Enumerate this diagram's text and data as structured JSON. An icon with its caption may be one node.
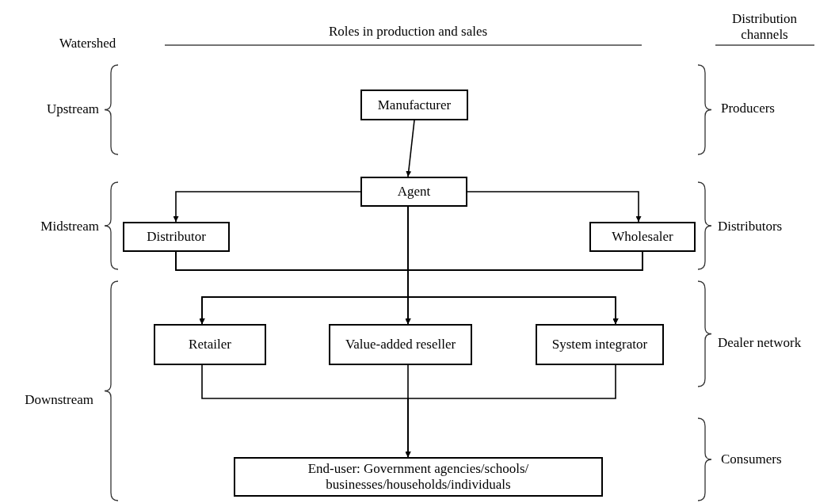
{
  "diagram": {
    "nodes": [
      {
        "text": [
          "Manufacturer"
        ]
      },
      {
        "text": [
          "Agent"
        ]
      },
      {
        "text": [
          "Distributor"
        ]
      },
      {
        "text": [
          "Wholesaler"
        ]
      },
      {
        "text": [
          "Retailer"
        ]
      },
      {
        "text": [
          "Value-added reseller"
        ]
      },
      {
        "text": [
          "System integrator"
        ]
      },
      {
        "text": [
          "End-user: Government agencies/schools/ businesses/households/individuals"
        ]
      }
    ],
    "edges": [
      {
        "from": 0,
        "to": 1,
        "arrow": "to"
      },
      {
        "from": 1,
        "to": 2,
        "arrow": "to"
      },
      {
        "from": 1,
        "to": 3,
        "arrow": "to"
      },
      {
        "from": 1,
        "to": 4,
        "arrow": "to"
      },
      {
        "from": 1,
        "to": 5,
        "arrow": "to"
      },
      {
        "from": 1,
        "to": 6,
        "arrow": "to"
      },
      {
        "from": 2,
        "to": 4,
        "arrow": "to"
      },
      {
        "from": 2,
        "to": 5,
        "arrow": "to"
      },
      {
        "from": 2,
        "to": 6,
        "arrow": "to"
      },
      {
        "from": 3,
        "to": 4,
        "arrow": "to"
      },
      {
        "from": 3,
        "to": 5,
        "arrow": "to"
      },
      {
        "from": 3,
        "to": 6,
        "arrow": "to"
      },
      {
        "from": 4,
        "to": 7,
        "arrow": "to"
      },
      {
        "from": 5,
        "to": 7,
        "arrow": "to"
      },
      {
        "from": 6,
        "to": 7,
        "arrow": "to"
      }
    ],
    "labels": [
      "Watershed",
      "Roles in production and sales",
      "Distribution channels",
      "Upstream",
      "Producers",
      "Midstream",
      "Distributors",
      "Downstream",
      "Dealer network",
      "Consumers"
    ]
  }
}
